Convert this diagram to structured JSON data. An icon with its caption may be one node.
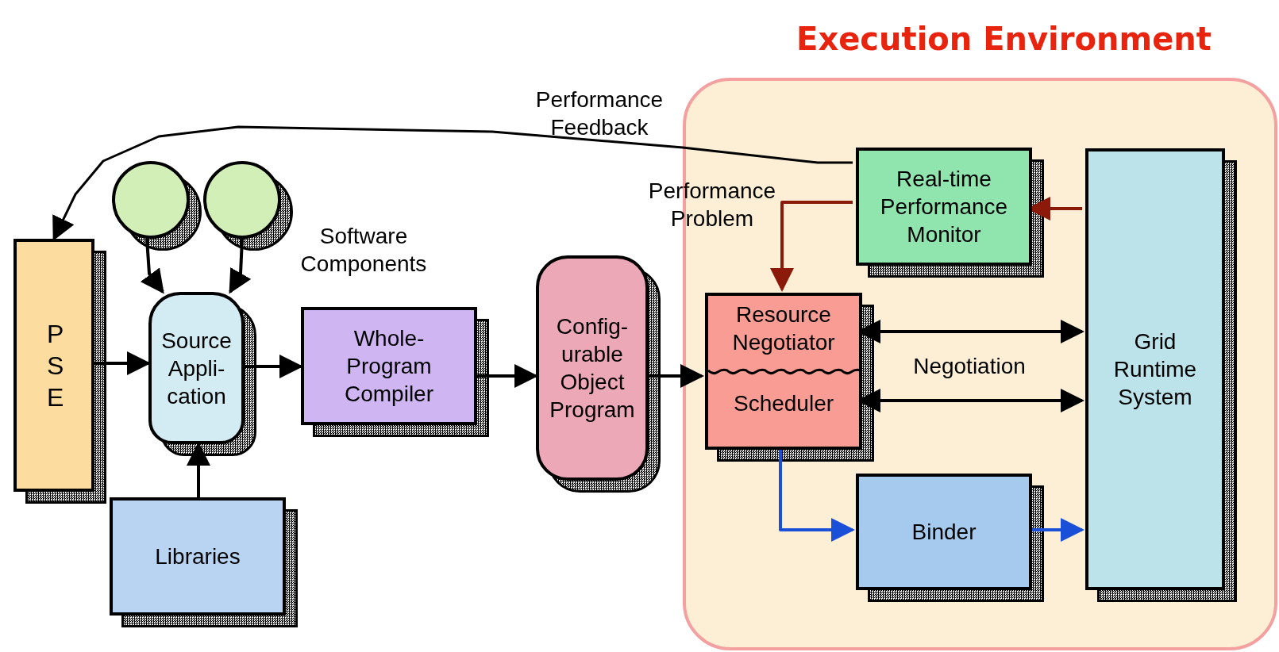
{
  "diagram": {
    "nodes": [
      {
        "text": [
          "Execution Environment"
        ]
      },
      {
        "text": [
          "PSE"
        ]
      },
      {
        "text": [],
        "shape": "circle"
      },
      {
        "text": [],
        "shape": "circle"
      },
      {
        "text": [
          "Source Appli- cation"
        ]
      },
      {
        "text": [
          "Libraries"
        ]
      },
      {
        "text": [
          "Whole- Program Compiler"
        ]
      },
      {
        "text": [
          "Config- urable Object Program"
        ]
      },
      {
        "text": [
          "Resource Negotiator",
          "Scheduler"
        ],
        "in": 0
      },
      {
        "text": [
          "Real-time Performance Monitor"
        ],
        "in": 0
      },
      {
        "text": [
          "Binder"
        ],
        "in": 0
      },
      {
        "text": [
          "Grid Runtime System"
        ],
        "in": 0
      }
    ],
    "edges": [
      {
        "from": 9,
        "to": 1,
        "arrow": "to",
        "label": "Performance Feedback"
      },
      {
        "from": 2,
        "to": 4,
        "arrow": "to"
      },
      {
        "from": 3,
        "to": 4,
        "arrow": "to"
      },
      {
        "from": 1,
        "to": 4,
        "arrow": "to"
      },
      {
        "from": 4,
        "to": 6,
        "arrow": "to"
      },
      {
        "from": 6,
        "to": 7,
        "arrow": "to"
      },
      {
        "from": 7,
        "to": 8,
        "arrow": "to"
      },
      {
        "from": 5,
        "to": 4,
        "arrow": "to"
      },
      {
        "from": 9,
        "to": 8,
        "arrow": "to",
        "label": "Performance Problem",
        "color": "#8b1a0a"
      },
      {
        "from": 11,
        "to": 9,
        "arrow": "to",
        "color": "#8b1a0a"
      },
      {
        "from": 8,
        "to": 11,
        "arrow": "both"
      },
      {
        "from": 8,
        "to": 11,
        "arrow": "both"
      },
      {
        "from": 8,
        "to": 10,
        "arrow": "to",
        "color": "#1a4fd8"
      },
      {
        "from": 10,
        "to": 11,
        "arrow": "to",
        "color": "#1a4fd8"
      }
    ],
    "labels": [
      "Software Components",
      "Negotiation"
    ]
  }
}
